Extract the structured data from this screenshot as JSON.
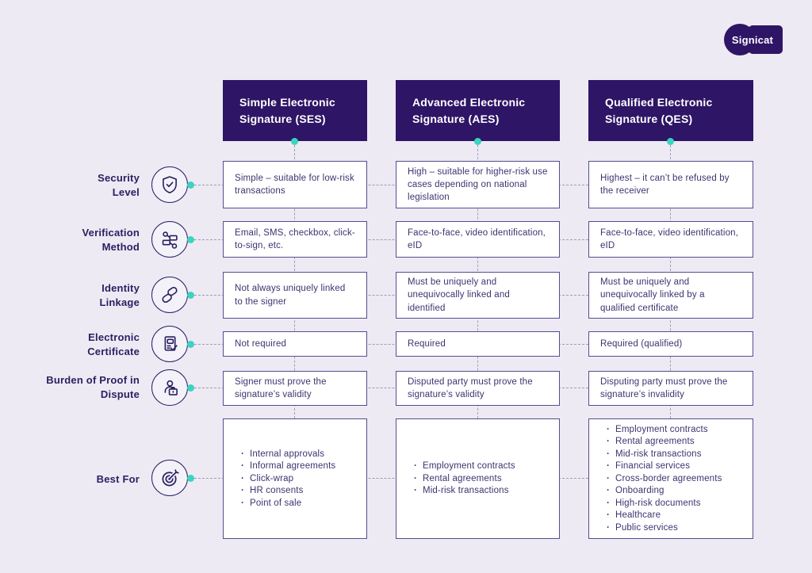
{
  "logo": {
    "text": "Signicat"
  },
  "colors": {
    "background": "#EDEAF4",
    "header_purple": "#2E1566",
    "accent_teal": "#3BD4C1",
    "text_purple": "#3B3470",
    "box_border": "#544E8F",
    "connector_dash": "#A19DB6"
  },
  "columns": [
    {
      "header": "Simple Electronic Signature (SES)"
    },
    {
      "header": "Advanced Electronic Signature (AES)"
    },
    {
      "header": "Qualified Electronic Signature (QES)"
    }
  ],
  "rows": [
    {
      "label": "Security Level",
      "icon": "shield-check-icon",
      "cells": [
        "Simple – suitable for low-risk transactions",
        "High – suitable for higher-risk use cases depending on national legislation",
        "Highest – it can’t be refused by the receiver"
      ]
    },
    {
      "label": "Verification Method",
      "icon": "flowchart-icon",
      "cells": [
        "Email, SMS, checkbox, click-to-sign, etc.",
        "Face-to-face, video identification, eID",
        "Face-to-face, video identification, eID"
      ]
    },
    {
      "label": "Identity Linkage",
      "icon": "chain-link-icon",
      "cells": [
        "Not always uniquely linked to the signer",
        "Must be uniquely and unequivocally linked and identified",
        "Must be uniquely and unequivocally linked by a qualified certificate"
      ]
    },
    {
      "label": "Electronic Certificate",
      "icon": "certificate-icon",
      "cells": [
        "Not required",
        "Required",
        "Required (qualified)"
      ]
    },
    {
      "label": "Burden of Proof in Dispute",
      "icon": "person-briefcase-icon",
      "cells": [
        "Signer must prove the signature’s validity",
        "Disputed party must prove the signature’s validity",
        "Disputing party must prove the signature’s invalidity"
      ]
    },
    {
      "label": "Best For",
      "icon": "target-dart-icon",
      "lists": [
        [
          "Internal approvals",
          "Informal agreements",
          "Click-wrap",
          "HR consents",
          "Point of sale"
        ],
        [
          "Employment contracts",
          "Rental agreements",
          "Mid-risk transactions"
        ],
        [
          "Employment contracts",
          "Rental agreements",
          "Mid-risk transactions",
          "Financial services",
          "Cross-border agreements",
          "Onboarding",
          "High-risk documents",
          "Healthcare",
          "Public services"
        ]
      ]
    }
  ]
}
